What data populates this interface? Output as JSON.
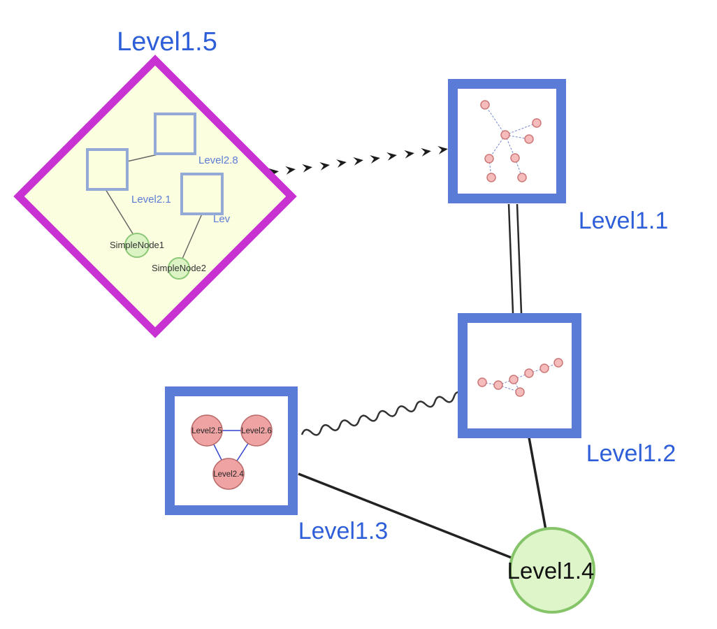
{
  "nodes": {
    "level15": {
      "label": "Level1.5"
    },
    "level11": {
      "label": "Level1.1"
    },
    "level12": {
      "label": "Level1.2"
    },
    "level13": {
      "label": "Level1.3"
    },
    "level14": {
      "label": "Level1.4"
    },
    "level28": {
      "label": "Level2.8"
    },
    "level21": {
      "label": "Level2.1"
    },
    "level2x": {
      "label": "Lev"
    },
    "simple1": {
      "label": "SimpleNode1"
    },
    "simple2": {
      "label": "SimpleNode2"
    },
    "level25": {
      "label": "Level2.5"
    },
    "level26": {
      "label": "Level2.6"
    },
    "level24": {
      "label": "Level2.4"
    }
  },
  "edges": [
    {
      "from": "Level1.5",
      "to": "Level1.1",
      "style": "dashed-arrow-chain"
    },
    {
      "from": "Level1.1",
      "to": "Level1.2",
      "style": "double-line"
    },
    {
      "from": "Level1.3",
      "to": "Level1.2",
      "style": "wavy"
    },
    {
      "from": "Level1.3",
      "to": "Level1.4",
      "style": "solid"
    },
    {
      "from": "Level1.2",
      "to": "Level1.4",
      "style": "solid"
    }
  ],
  "colors": {
    "diamond_border": "#c832d2",
    "diamond_fill": "#fcffdf",
    "group_border": "#5b7cd6",
    "inner_square_border": "#93a9d6",
    "label_blue": "#2e5fd8",
    "green_fill": "#dcf3c4",
    "green_border": "#8cc878",
    "pink_fill": "#f0a3a3",
    "edge_black": "#222222"
  }
}
